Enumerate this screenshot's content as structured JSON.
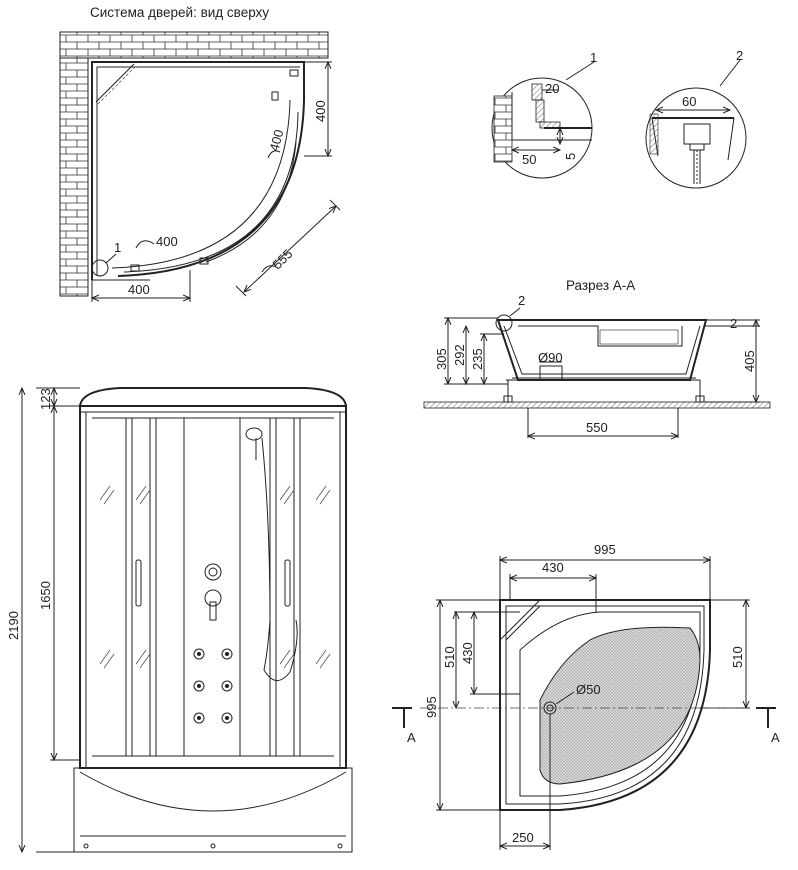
{
  "top_view": {
    "title": "Система дверей: вид сверху",
    "dims": {
      "wall_right": "400",
      "door_a": "400",
      "door_b": "400",
      "diag": "555",
      "bottom": "400"
    },
    "callout": "1"
  },
  "detail_1": {
    "label": "1",
    "d20": "20",
    "d50": "50",
    "d5": "5"
  },
  "detail_2": {
    "label": "2",
    "d60": "60"
  },
  "section_aa": {
    "title": "Разрез А-А",
    "callout": "2",
    "dims": {
      "h305": "305",
      "h292": "292",
      "h235": "235",
      "dia90": "Ø90",
      "h2": "2",
      "h405": "405",
      "w550": "550"
    }
  },
  "front_view": {
    "dims": {
      "d123": "123",
      "d1650": "1650",
      "d2190": "2190"
    }
  },
  "tray_plan": {
    "dims": {
      "w995": "995",
      "w430": "430",
      "h510_l": "510",
      "h430": "430",
      "h995": "995",
      "h510_r": "510",
      "dia50": "Ø50",
      "w250": "250"
    },
    "section_mark_left": "A",
    "section_mark_right": "A"
  }
}
